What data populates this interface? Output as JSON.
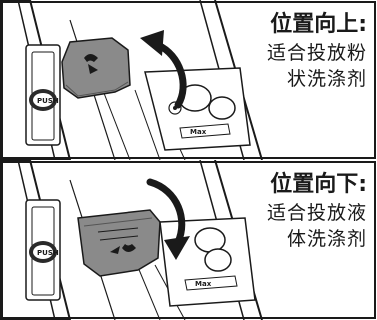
{
  "panels": [
    {
      "id": "upper",
      "title": "位置向上:",
      "lines": [
        "适合投放粉",
        "状洗涤剂"
      ],
      "push_label": "PUSH",
      "max_label": "Max",
      "arrow_direction": "up"
    },
    {
      "id": "lower",
      "title": "位置向下:",
      "lines": [
        "适合投放液",
        "体洗涤剂"
      ],
      "push_label": "PUSH",
      "max_label": "Max",
      "arrow_direction": "down"
    }
  ],
  "colors": {
    "line": "#1a1a1a",
    "flap": "#8a8a8a",
    "flap_dark": "#6e6e6e",
    "background": "#ffffff"
  }
}
